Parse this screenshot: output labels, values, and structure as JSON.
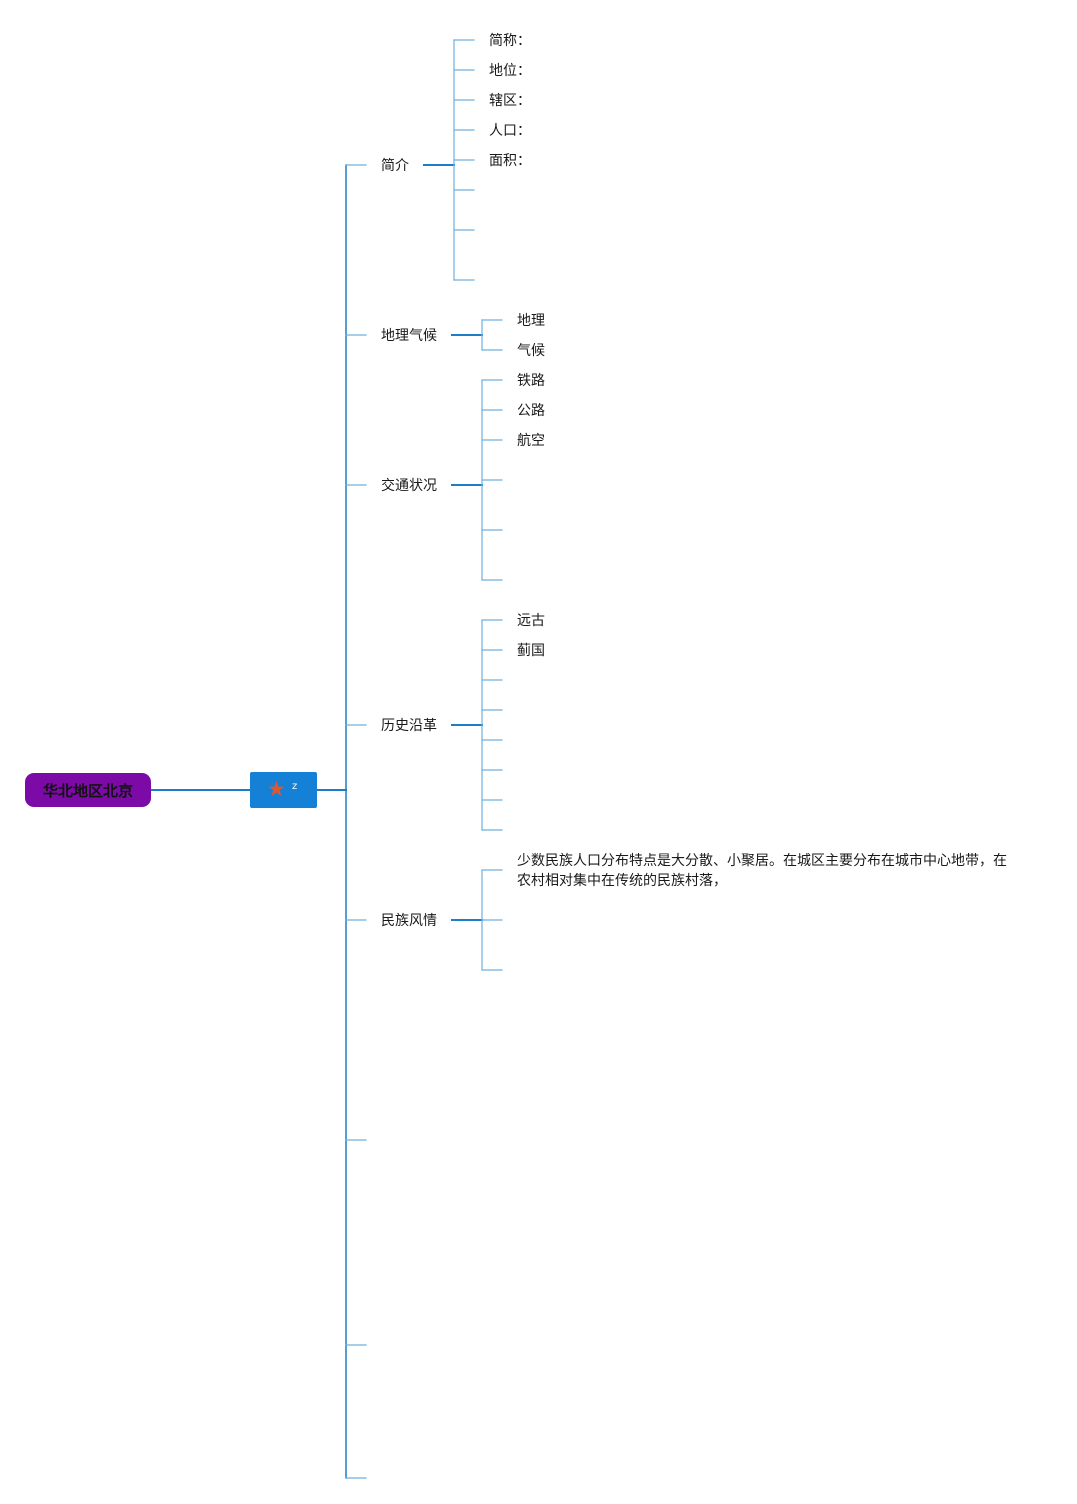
{
  "root": {
    "label": "华北地区北京"
  },
  "hub": {
    "icon": "star-icon",
    "superscript": "z"
  },
  "branches": {
    "intro": {
      "label": "简介",
      "children": [
        "简称：",
        "地位：",
        "辖区：",
        "人口：",
        "面积："
      ]
    },
    "geo": {
      "label": "地理气候",
      "children": [
        "地理",
        "气候"
      ]
    },
    "traffic": {
      "label": "交通状况",
      "children": [
        "铁路",
        "公路",
        "航空"
      ]
    },
    "history": {
      "label": "历史沿革",
      "children": [
        "远古",
        "蓟国"
      ]
    },
    "ethnic": {
      "label": "民族风情",
      "text": "少数民族人口分布特点是大分散、小聚居。在城区主要分布在城市中心地带，在农村相对集中在传统的民族村落，"
    }
  },
  "colors": {
    "root_fill": "#7b0aa6",
    "hub_fill": "#1480d6",
    "star": "#e2572a",
    "line_main": "#1a7fc4",
    "line_light": "#6fb0de"
  }
}
